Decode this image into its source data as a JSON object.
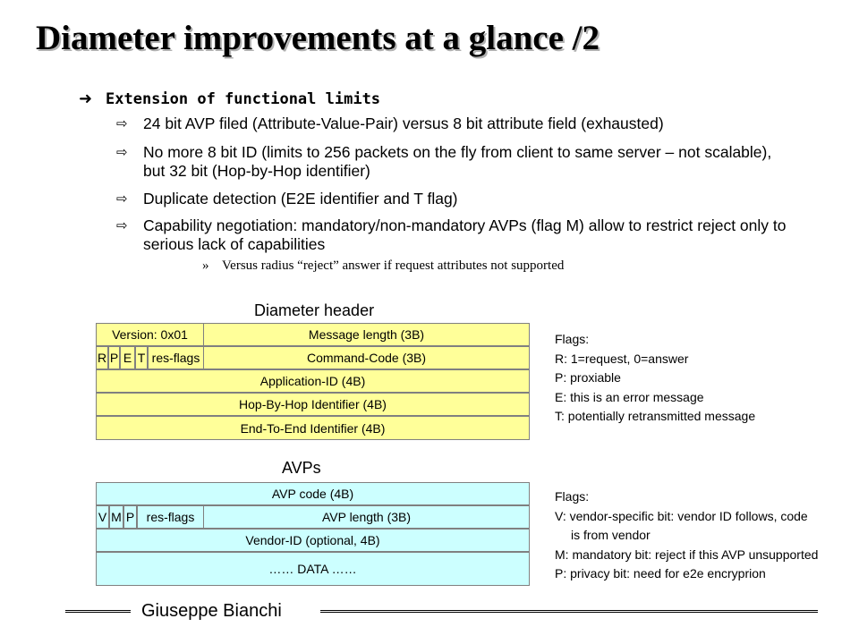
{
  "title": "Diameter improvements at a glance /2",
  "bullet_main": {
    "icon": "arrow-right-icon",
    "text": "Extension of functional limits"
  },
  "sub_bullets": [
    "24 bit AVP filed (Attribute-Value-Pair) versus 8 bit attribute field (exhausted)",
    "No more 8 bit ID (limits to 256 packets on the fly from client to same server – not scalable), but 32 bit (Hop-by-Hop identifier)",
    "Duplicate detection (E2E identifier and T flag)",
    "Capability negotiation: mandatory/non-mandatory AVPs (flag M) allow to restrict reject only to serious lack of capabilities"
  ],
  "sub_sub_bullet": {
    "marker": "»",
    "text": "Versus radius “reject” answer if request attributes not supported"
  },
  "diameter_header": {
    "label": "Diameter header",
    "version": "Version: 0x01",
    "message_length": "Message length (3B)",
    "flags": [
      "R",
      "P",
      "E",
      "T"
    ],
    "res_flags": "res-flags",
    "command_code": "Command-Code (3B)",
    "application_id": "Application-ID (4B)",
    "hop_by_hop": "Hop-By-Hop Identifier (4B)",
    "end_to_end": "End-To-End Identifier (4B)",
    "fill_color": "#ffff99"
  },
  "header_flags_note": {
    "title": "Flags:",
    "lines": [
      "R: 1=request, 0=answer",
      "P: proxiable",
      "E: this is an error message",
      "T: potentially retransmitted message"
    ]
  },
  "avps": {
    "label": "AVPs",
    "avp_code": "AVP code (4B)",
    "flags": [
      "V",
      "M",
      "P"
    ],
    "res_flags": "res-flags",
    "avp_length": "AVP length (3B)",
    "vendor_id": "Vendor-ID (optional, 4B)",
    "data": "…… DATA ……",
    "fill_color": "#ccffff"
  },
  "avp_flags_note": {
    "title": "Flags:",
    "lines": [
      "V: vendor-specific bit: vendor ID follows, code",
      "is from vendor",
      "M: mandatory bit: reject if this AVP unsupported",
      "P: privacy bit: need for e2e encryprion"
    ]
  },
  "footer": {
    "author": "Giuseppe Bianchi"
  }
}
